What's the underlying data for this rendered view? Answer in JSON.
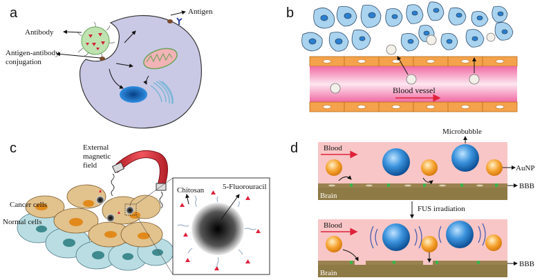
{
  "panels": {
    "a": {
      "letter": "a",
      "labels": {
        "antibody": "Antibody",
        "antigen": "Antigen",
        "conjugation_line1": "Antigen-antibody",
        "conjugation_line2": "conjugation"
      }
    },
    "b": {
      "letter": "b",
      "labels": {
        "vessel": "Blood vessel"
      }
    },
    "c": {
      "letter": "c",
      "labels": {
        "field_line1": "External",
        "field_line2": "magnetic",
        "field_line3": "field",
        "cancer": "Cancer cells",
        "normal": "Normal cells",
        "chitosan": "Chitosan",
        "drug": "5-Fluorouracil"
      }
    },
    "d": {
      "letter": "d",
      "labels": {
        "microbubble": "Microbubble",
        "blood_top": "Blood",
        "aunp": "AuNP",
        "bbb_top": "BBB",
        "brain_top": "Brain",
        "fus": "FUS irradiation",
        "blood_bottom": "Blood",
        "bbb_bottom": "BBB",
        "brain_bottom": "Brain"
      }
    }
  },
  "colors": {
    "cell_a": "#c9c9e6",
    "tumor_cell": "#a9d3ee",
    "tumor_nucleus": "#2b7fd0",
    "vessel": "#f6a9c8",
    "endothelial": "#f4a24b",
    "cancer_cell": "#e2c28d",
    "normal_cell": "#b9dde2",
    "magnet_red": "#d8343c",
    "blood_bg": "#f8c6c6",
    "brain": "#8e7a45",
    "microbubble": "#1b74c4",
    "aunp": "#f59a27",
    "arrow_red": "#e0203a"
  }
}
